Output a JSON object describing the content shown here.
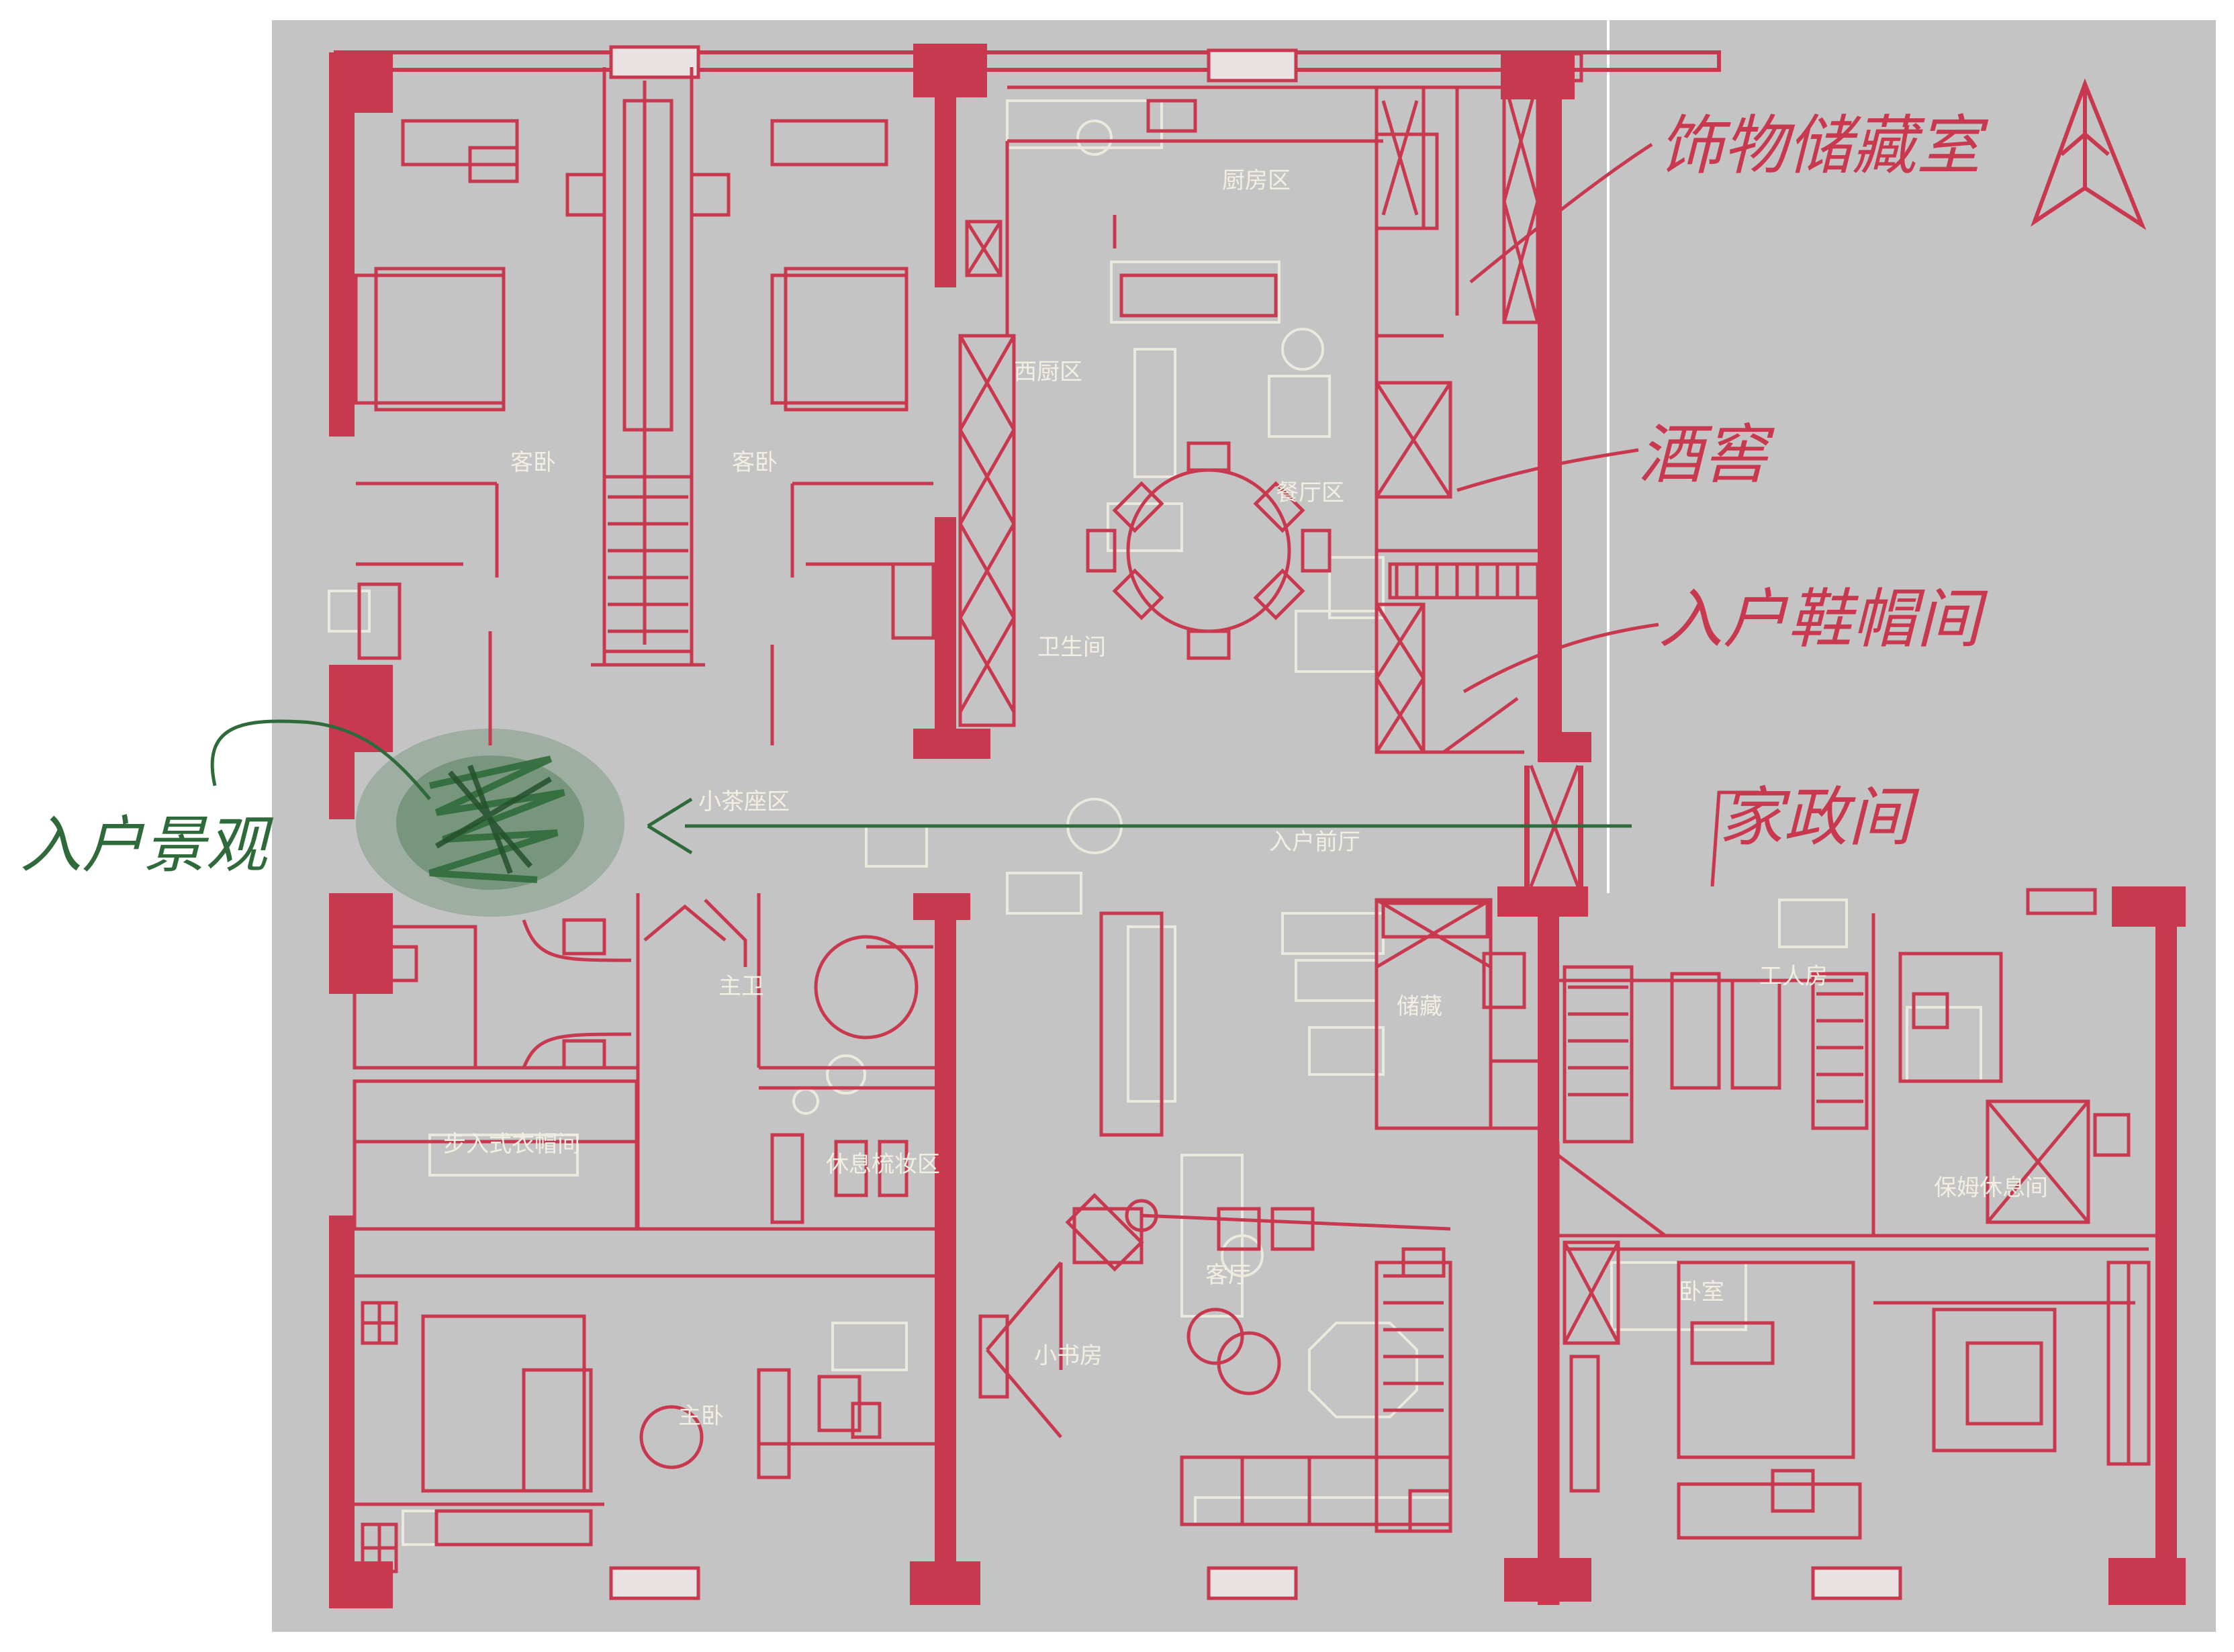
{
  "rooms": {
    "guest_room_1": "客卧",
    "guest_room_2": "客卧",
    "kitchen": "厨房区",
    "western_kitchen": "西厨区",
    "dining": "餐厅区",
    "bathroom": "卫生间",
    "tea_area": "小茶座区",
    "entrance_hall": "入户前厅",
    "master_bath": "主卫",
    "walk_in_closet": "步入式衣帽间",
    "dressing_area": "休息梳妆区",
    "master_bedroom": "主卧",
    "study": "小书房",
    "living_room": "客厅",
    "storage": "储藏",
    "utility": "工人房",
    "nanny_room": "保姆休息间",
    "bedroom": "卧室"
  },
  "annotations": {
    "jewelry_storage": "饰物储藏室",
    "wine_cellar": "酒窖",
    "entry_shoe_room": "入户鞋帽间",
    "housekeeping_room": "家政间",
    "entry_view": "入户景观"
  },
  "colors": {
    "background": "#c4c4c4",
    "wall": "#c8384f",
    "furniture": "#f2efe2",
    "annotation": "#c8384f",
    "landscape": "#2f6b3a"
  },
  "icons": {
    "north_arrow": "north-arrow-icon"
  }
}
